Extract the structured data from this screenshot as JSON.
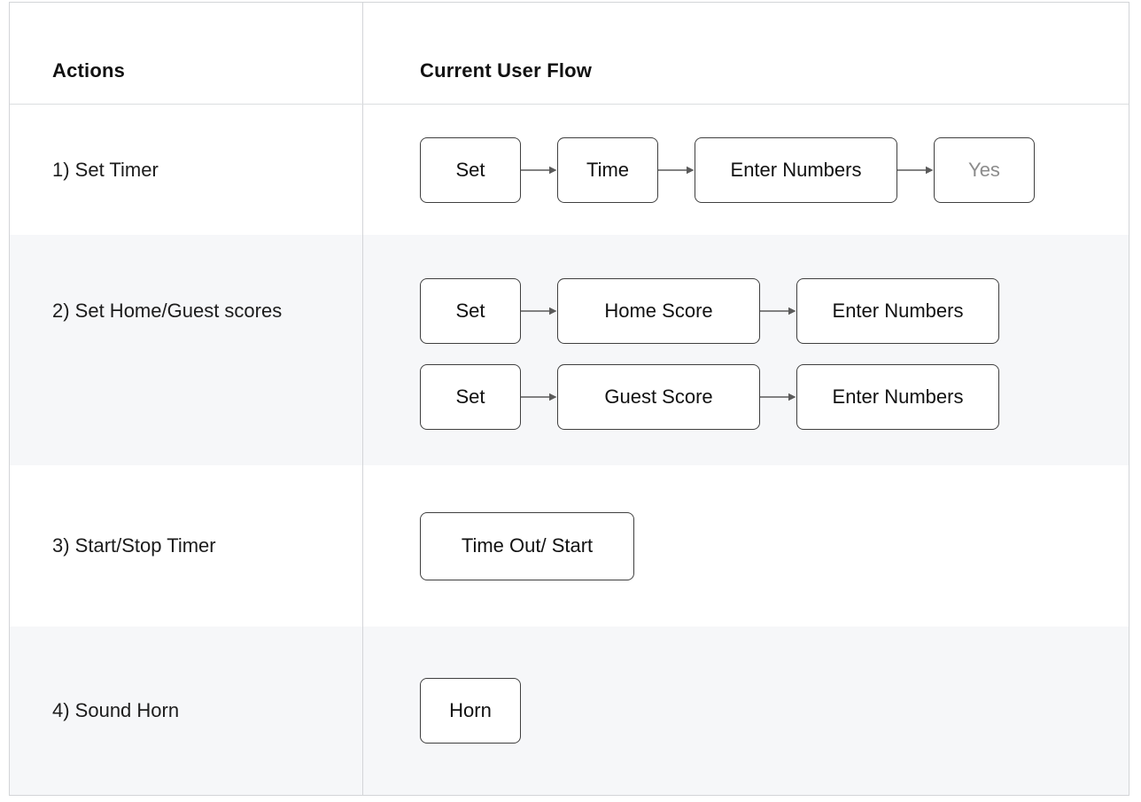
{
  "colors": {
    "row_alt_background": "#f6f7f9",
    "table_border": "#d3d5d8",
    "node_border": "#3f3f3f",
    "node_text": "#111111",
    "muted_node_text": "#8c8c8c",
    "arrow": "#5a5a5a"
  },
  "table": {
    "header": {
      "actions_label": "Actions",
      "flow_label": "Current User Flow"
    },
    "rows": [
      {
        "action": "1) Set Timer",
        "flows": [
          {
            "nodes": [
              "Set",
              "Time",
              "Enter Numbers",
              "Yes"
            ]
          }
        ]
      },
      {
        "action": "2) Set Home/Guest scores",
        "flows": [
          {
            "nodes": [
              "Set",
              "Home Score",
              "Enter Numbers"
            ]
          },
          {
            "nodes": [
              "Set",
              "Guest Score",
              "Enter Numbers"
            ]
          }
        ]
      },
      {
        "action": "3) Start/Stop Timer",
        "flows": [
          {
            "nodes": [
              "Time Out/ Start"
            ]
          }
        ]
      },
      {
        "action": "4) Sound Horn",
        "flows": [
          {
            "nodes": [
              "Horn"
            ]
          }
        ]
      }
    ]
  }
}
